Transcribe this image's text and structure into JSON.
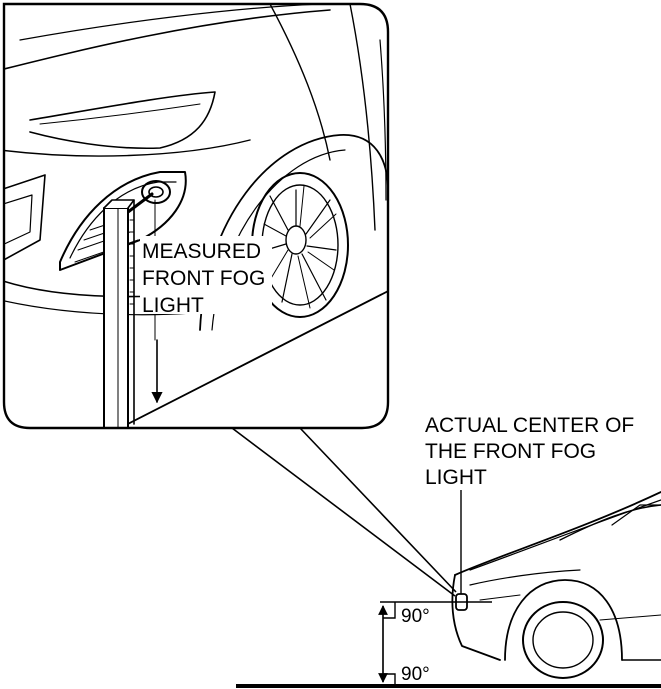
{
  "labels": {
    "measured": [
      "MEASURED",
      "FRONT FOG",
      "LIGHT"
    ],
    "actual": [
      "ACTUAL CENTER OF",
      "THE FRONT FOG",
      "LIGHT"
    ],
    "angle_upper": "90°",
    "angle_lower": "90°"
  },
  "colors": {
    "line": "#000000",
    "background": "#ffffff"
  }
}
